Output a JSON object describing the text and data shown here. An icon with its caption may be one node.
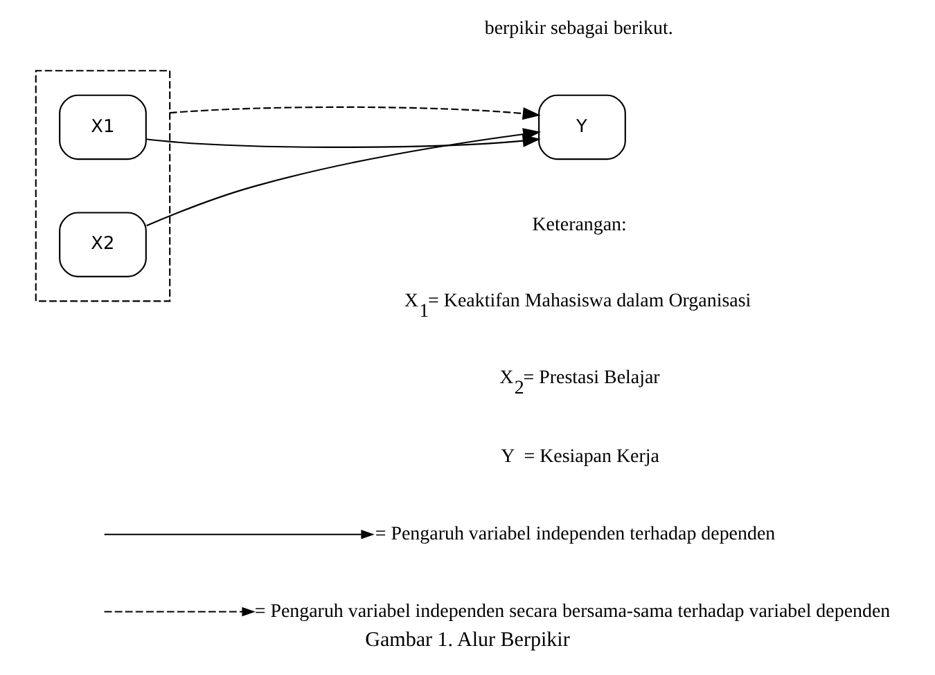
{
  "diagram": {
    "caption": "Gambar 1. Alur Berpikir",
    "nodes": [
      {
        "text": [],
        "shape": "box"
      },
      {
        "text": [
          "X1"
        ],
        "in": 0
      },
      {
        "text": [
          "X2"
        ],
        "in": 0
      },
      {
        "text": [
          "Y"
        ]
      }
    ],
    "edges": [
      {
        "from": 1,
        "to": 3,
        "arrow": "to"
      },
      {
        "from": 0,
        "to": 3,
        "arrow": "to",
        "style": "dashed"
      },
      {
        "from": 2,
        "to": 3,
        "arrow": "to"
      }
    ],
    "labels": [
      "berpikir sebagai berikut.",
      "Keterangan:",
      "X$_{1}$= Keaktifan Mahasiswa dalam Organisasi",
      "X$_{2}$= Prestasi Belajar",
      "Y  = Kesiapan Kerja"
    ],
    "legend": [
      {
        "text": "= Pengaruh variabel independen terhadap dependen"
      },
      {
        "text": "= Pengaruh variabel independen secara bersama-sama terhadap variabel dependen"
      }
    ]
  }
}
